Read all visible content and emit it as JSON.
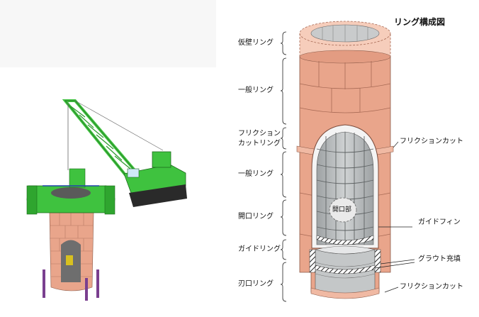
{
  "diagram": {
    "title": "リング構成図",
    "left_labels": {
      "temp_wall_ring": "仮壁リング",
      "general_ring_1": "一般リング",
      "friction_cut_ring_line1": "フリクション",
      "friction_cut_ring_line2": "カットリング",
      "general_ring_2": "一般リング",
      "opening_ring": "開口リング",
      "guide_ring": "ガイドリング",
      "cutting_edge_ring": "刃口リング"
    },
    "right_labels": {
      "friction_cut_upper": "フリクションカット",
      "guide_fin": "ガイドフィン",
      "grout_fill": "グラウト充填",
      "friction_cut_lower": "フリクションカット"
    },
    "opening_label": "開口部"
  },
  "colors": {
    "ring_salmon": "#e9a58b",
    "ring_light": "#f6cdbb",
    "crane_green": "#3fc23f",
    "crane_dark": "#1d6b1d",
    "interior_gray": "#b9bcbd"
  }
}
